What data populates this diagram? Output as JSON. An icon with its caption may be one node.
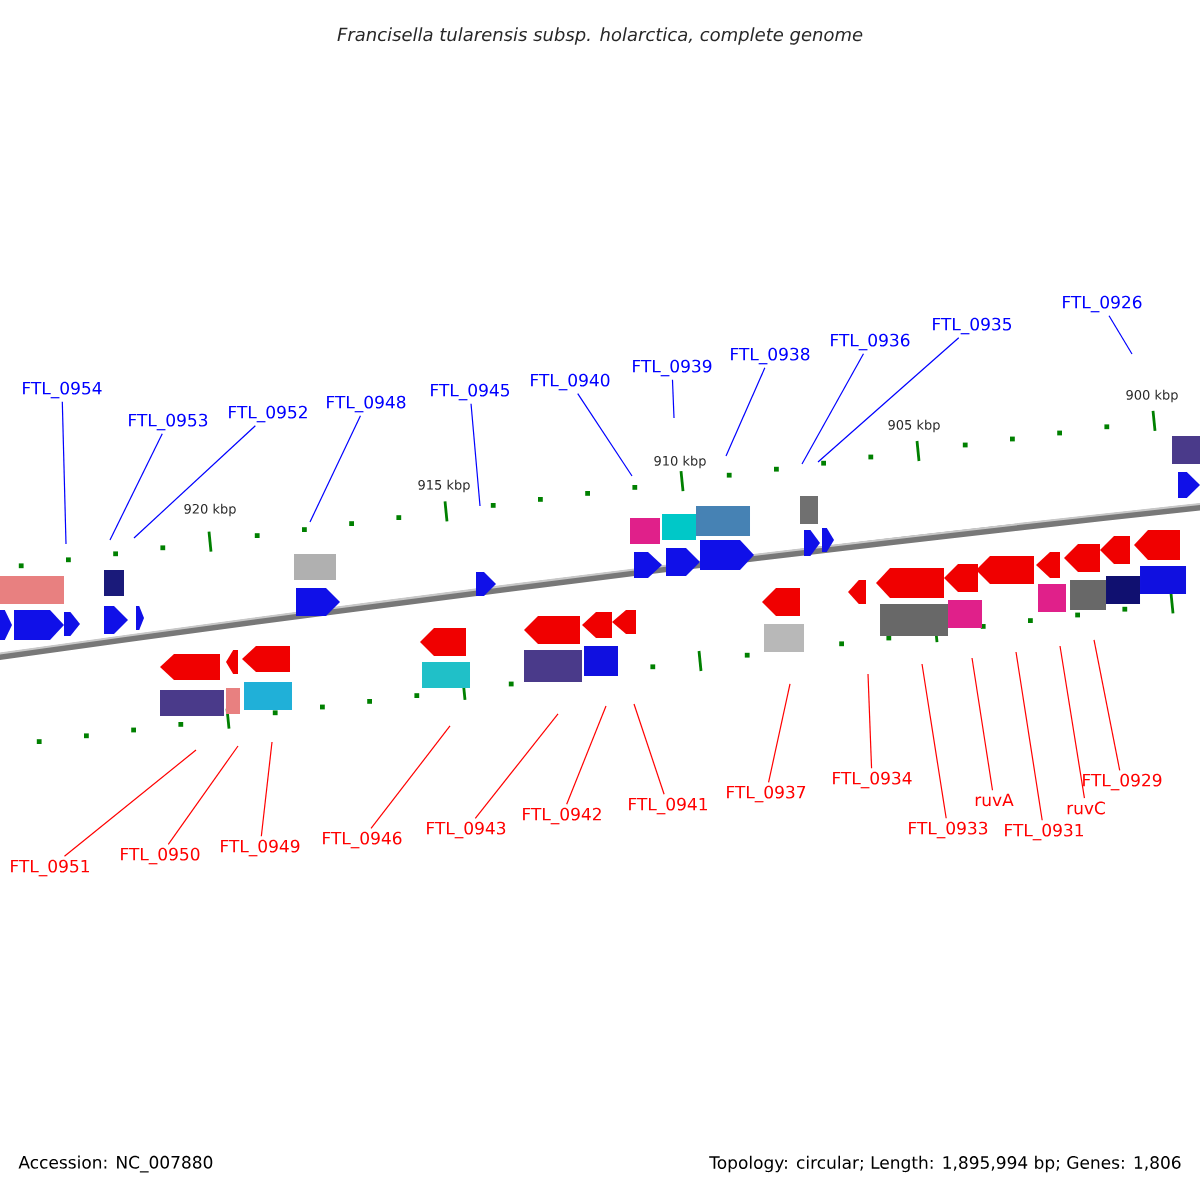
{
  "diagram": {
    "title": "Francisella tularensis subsp. holarctica, complete genome",
    "nodes": [
      {
        "text": [
          "FTL_0954"
        ]
      },
      {
        "text": [
          "FTL_0953"
        ]
      },
      {
        "text": [
          "FTL_0952"
        ]
      },
      {
        "text": [
          "FTL_0948"
        ]
      },
      {
        "text": [
          "FTL_0945"
        ]
      },
      {
        "text": [
          "FTL_0940"
        ]
      },
      {
        "text": [
          "FTL_0939"
        ]
      },
      {
        "text": [
          "FTL_0938"
        ]
      },
      {
        "text": [
          "FTL_0936"
        ]
      },
      {
        "text": [
          "FTL_0935"
        ]
      },
      {
        "text": [
          "FTL_0926"
        ]
      },
      {
        "text": [
          "FTL_0951"
        ]
      },
      {
        "text": [
          "FTL_0950"
        ]
      },
      {
        "text": [
          "FTL_0949"
        ]
      },
      {
        "text": [
          "FTL_0946"
        ]
      },
      {
        "text": [
          "FTL_0943"
        ]
      },
      {
        "text": [
          "FTL_0942"
        ]
      },
      {
        "text": [
          "FTL_0941"
        ]
      },
      {
        "text": [
          "FTL_0937"
        ]
      },
      {
        "text": [
          "FTL_0934"
        ]
      },
      {
        "text": [
          "FTL_0933"
        ]
      },
      {
        "text": [
          "ruvA"
        ]
      },
      {
        "text": [
          "FTL_0931"
        ]
      },
      {
        "text": [
          "ruvC"
        ]
      },
      {
        "text": [
          "FTL_0929"
        ]
      }
    ],
    "edges": [
      {
        "from": 0,
        "to": null,
        "arrow": "none",
        "color": "#0000ff"
      },
      {
        "from": 1,
        "to": null,
        "arrow": "none",
        "color": "#0000ff"
      },
      {
        "from": 2,
        "to": null,
        "arrow": "none",
        "color": "#0000ff"
      },
      {
        "from": 3,
        "to": null,
        "arrow": "none",
        "color": "#0000ff"
      },
      {
        "from": 4,
        "to": null,
        "arrow": "none",
        "color": "#0000ff"
      },
      {
        "from": 5,
        "to": null,
        "arrow": "none",
        "color": "#0000ff"
      },
      {
        "from": 6,
        "to": null,
        "arrow": "none",
        "color": "#0000ff"
      },
      {
        "from": 7,
        "to": null,
        "arrow": "none",
        "color": "#0000ff"
      },
      {
        "from": 8,
        "to": null,
        "arrow": "none",
        "color": "#0000ff"
      },
      {
        "from": 9,
        "to": null,
        "arrow": "none",
        "color": "#0000ff"
      },
      {
        "from": 10,
        "to": null,
        "arrow": "none",
        "color": "#0000ff"
      },
      {
        "from": 11,
        "to": null,
        "arrow": "none"
      },
      {
        "from": 12,
        "to": null,
        "arrow": "none"
      },
      {
        "from": 13,
        "to": null,
        "arrow": "none"
      },
      {
        "from": 14,
        "to": null,
        "arrow": "none"
      },
      {
        "from": 15,
        "to": null,
        "arrow": "none"
      },
      {
        "from": 16,
        "to": null,
        "arrow": "none"
      },
      {
        "from": 17,
        "to": null,
        "arrow": "none"
      },
      {
        "from": 18,
        "to": null,
        "arrow": "none"
      },
      {
        "from": 19,
        "to": null,
        "arrow": "none"
      },
      {
        "from": 20,
        "to": null,
        "arrow": "none"
      },
      {
        "from": 21,
        "to": null,
        "arrow": "none"
      },
      {
        "from": 22,
        "to": null,
        "arrow": "none"
      },
      {
        "from": 23,
        "to": null,
        "arrow": "none"
      },
      {
        "from": 24,
        "to": null,
        "arrow": "none"
      }
    ],
    "labels": [
      "900 kbp",
      "905 kbp",
      "910 kbp",
      "915 kbp",
      "920 kbp",
      "Accession: NC_007880",
      "Topology: circular; Length: 1,895,994 bp; Genes: 1,806"
    ]
  }
}
